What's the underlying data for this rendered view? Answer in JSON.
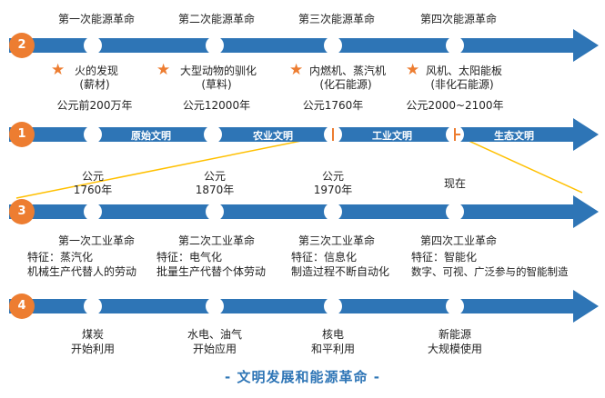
{
  "colors": {
    "arrow": "#2E75B6",
    "badge": "#ED7D31",
    "star": "#ED7D31",
    "connector": "#FFC000",
    "node": "#FFFFFF"
  },
  "title": "- 文明发展和能源革命 -",
  "row2": {
    "badge": "2",
    "headers": [
      "第一次能源革命",
      "第二次能源革命",
      "第三次能源革命",
      "第四次能源革命"
    ],
    "items": [
      {
        "line1": "火的发现",
        "line2": "(薪材)",
        "date": "公元前200万年"
      },
      {
        "line1": "大型动物的驯化",
        "line2": "(草料)",
        "date": "公元12000年"
      },
      {
        "line1": "内燃机、蒸汽机",
        "line2": "(化石能源)",
        "date": "公元1760年"
      },
      {
        "line1": "风机、太阳能板",
        "line2": "(非化石能源)",
        "date": "公元2000~2100年"
      }
    ]
  },
  "row1": {
    "badge": "1",
    "eras": [
      "原始文明",
      "农业文明",
      "工业文明",
      "生态文明"
    ]
  },
  "row3": {
    "badge": "3",
    "dates": [
      {
        "line1": "公元",
        "line2": "1760年"
      },
      {
        "line1": "公元",
        "line2": "1870年"
      },
      {
        "line1": "公元",
        "line2": "1970年"
      },
      {
        "line1": "现在",
        "line2": ""
      }
    ],
    "revolutions": [
      {
        "name": "第一次工业革命",
        "feature": "特征：蒸汽化",
        "desc": "机械生产代替人的劳动"
      },
      {
        "name": "第二次工业革命",
        "feature": "特征：电气化",
        "desc": "批量生产代替个体劳动"
      },
      {
        "name": "第三次工业革命",
        "feature": "特征：信息化",
        "desc": "制造过程不断自动化"
      },
      {
        "name": "第四次工业革命",
        "feature": "特征：智能化",
        "desc": "数字、可视、广泛参与的智能制造"
      }
    ]
  },
  "row4": {
    "badge": "4",
    "items": [
      {
        "line1": "煤炭",
        "line2": "开始利用"
      },
      {
        "line1": "水电、油气",
        "line2": "开始应用"
      },
      {
        "line1": "核电",
        "line2": "和平利用"
      },
      {
        "line1": "新能源",
        "line2": "大规模使用"
      }
    ]
  }
}
